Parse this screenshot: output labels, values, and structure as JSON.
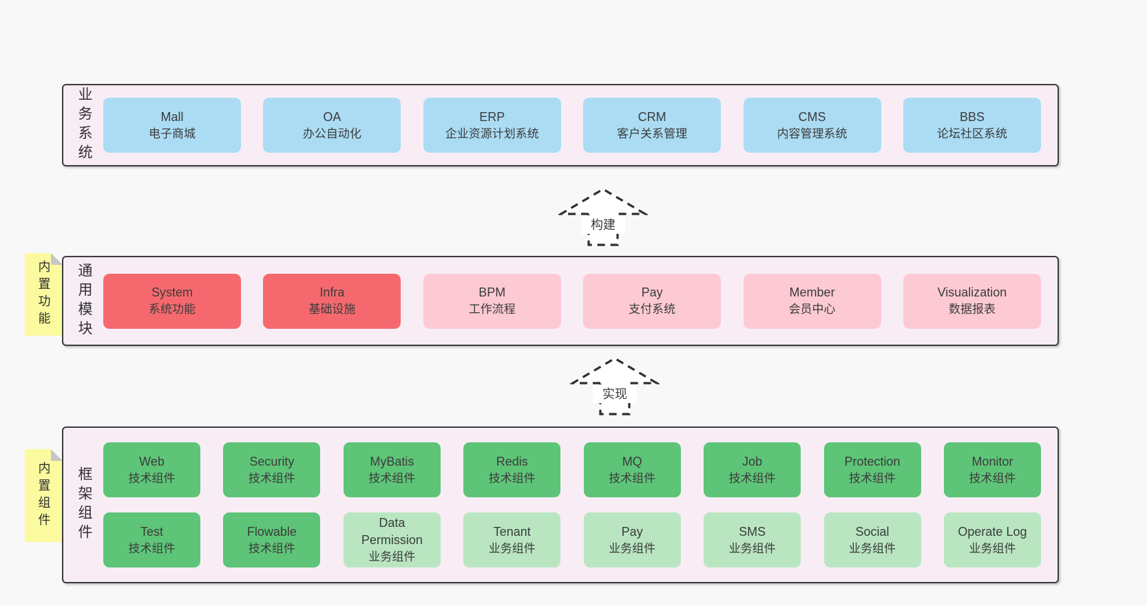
{
  "colors": {
    "page-bg": "#f8f8f8",
    "section-bg": "#f8edf5",
    "section-border": "#3c3c3c",
    "box-blue": "#abdcf4",
    "box-red": "#f5696e",
    "box-pink": "#fdcad3",
    "box-green": "#5ec578",
    "box-lightgreen": "#b9e6c1",
    "sticky-yellow": "#fbfa9e",
    "text": "#3b3b3b"
  },
  "arrows": [
    {
      "label": "构建"
    },
    {
      "label": "实现"
    }
  ],
  "layers": [
    {
      "label": "业务系统",
      "rows": [
        [
          {
            "title": "Mall",
            "subtitle": "电子商城",
            "variant": "blue"
          },
          {
            "title": "OA",
            "subtitle": "办公自动化",
            "variant": "blue"
          },
          {
            "title": "ERP",
            "subtitle": "企业资源计划系统",
            "variant": "blue"
          },
          {
            "title": "CRM",
            "subtitle": "客户关系管理",
            "variant": "blue"
          },
          {
            "title": "CMS",
            "subtitle": "内容管理系统",
            "variant": "blue"
          },
          {
            "title": "BBS",
            "subtitle": "论坛社区系统",
            "variant": "blue"
          }
        ]
      ]
    },
    {
      "label": "通用模块",
      "sticky": "内置功能",
      "rows": [
        [
          {
            "title": "System",
            "subtitle": "系统功能",
            "variant": "red"
          },
          {
            "title": "Infra",
            "subtitle": "基础设施",
            "variant": "red"
          },
          {
            "title": "BPM",
            "subtitle": "工作流程",
            "variant": "pink"
          },
          {
            "title": "Pay",
            "subtitle": "支付系统",
            "variant": "pink"
          },
          {
            "title": "Member",
            "subtitle": "会员中心",
            "variant": "pink"
          },
          {
            "title": "Visualization",
            "subtitle": "数据报表",
            "variant": "pink"
          }
        ]
      ]
    },
    {
      "label": "框架组件",
      "sticky": "内置组件",
      "rows": [
        [
          {
            "title": "Web",
            "subtitle": "技术组件",
            "variant": "green"
          },
          {
            "title": "Security",
            "subtitle": "技术组件",
            "variant": "green"
          },
          {
            "title": "MyBatis",
            "subtitle": "技术组件",
            "variant": "green"
          },
          {
            "title": "Redis",
            "subtitle": "技术组件",
            "variant": "green"
          },
          {
            "title": "MQ",
            "subtitle": "技术组件",
            "variant": "green"
          },
          {
            "title": "Job",
            "subtitle": "技术组件",
            "variant": "green"
          },
          {
            "title": "Protection",
            "subtitle": "技术组件",
            "variant": "green"
          },
          {
            "title": "Monitor",
            "subtitle": "技术组件",
            "variant": "green"
          }
        ],
        [
          {
            "title": "Test",
            "subtitle": "技术组件",
            "variant": "green"
          },
          {
            "title": "Flowable",
            "subtitle": "技术组件",
            "variant": "green"
          },
          {
            "title": "Data Permission",
            "subtitle": "业务组件",
            "variant": "lightgreen"
          },
          {
            "title": "Tenant",
            "subtitle": "业务组件",
            "variant": "lightgreen"
          },
          {
            "title": "Pay",
            "subtitle": "业务组件",
            "variant": "lightgreen"
          },
          {
            "title": "SMS",
            "subtitle": "业务组件",
            "variant": "lightgreen"
          },
          {
            "title": "Social",
            "subtitle": "业务组件",
            "variant": "lightgreen"
          },
          {
            "title": "Operate Log",
            "subtitle": "业务组件",
            "variant": "lightgreen"
          }
        ]
      ]
    }
  ]
}
